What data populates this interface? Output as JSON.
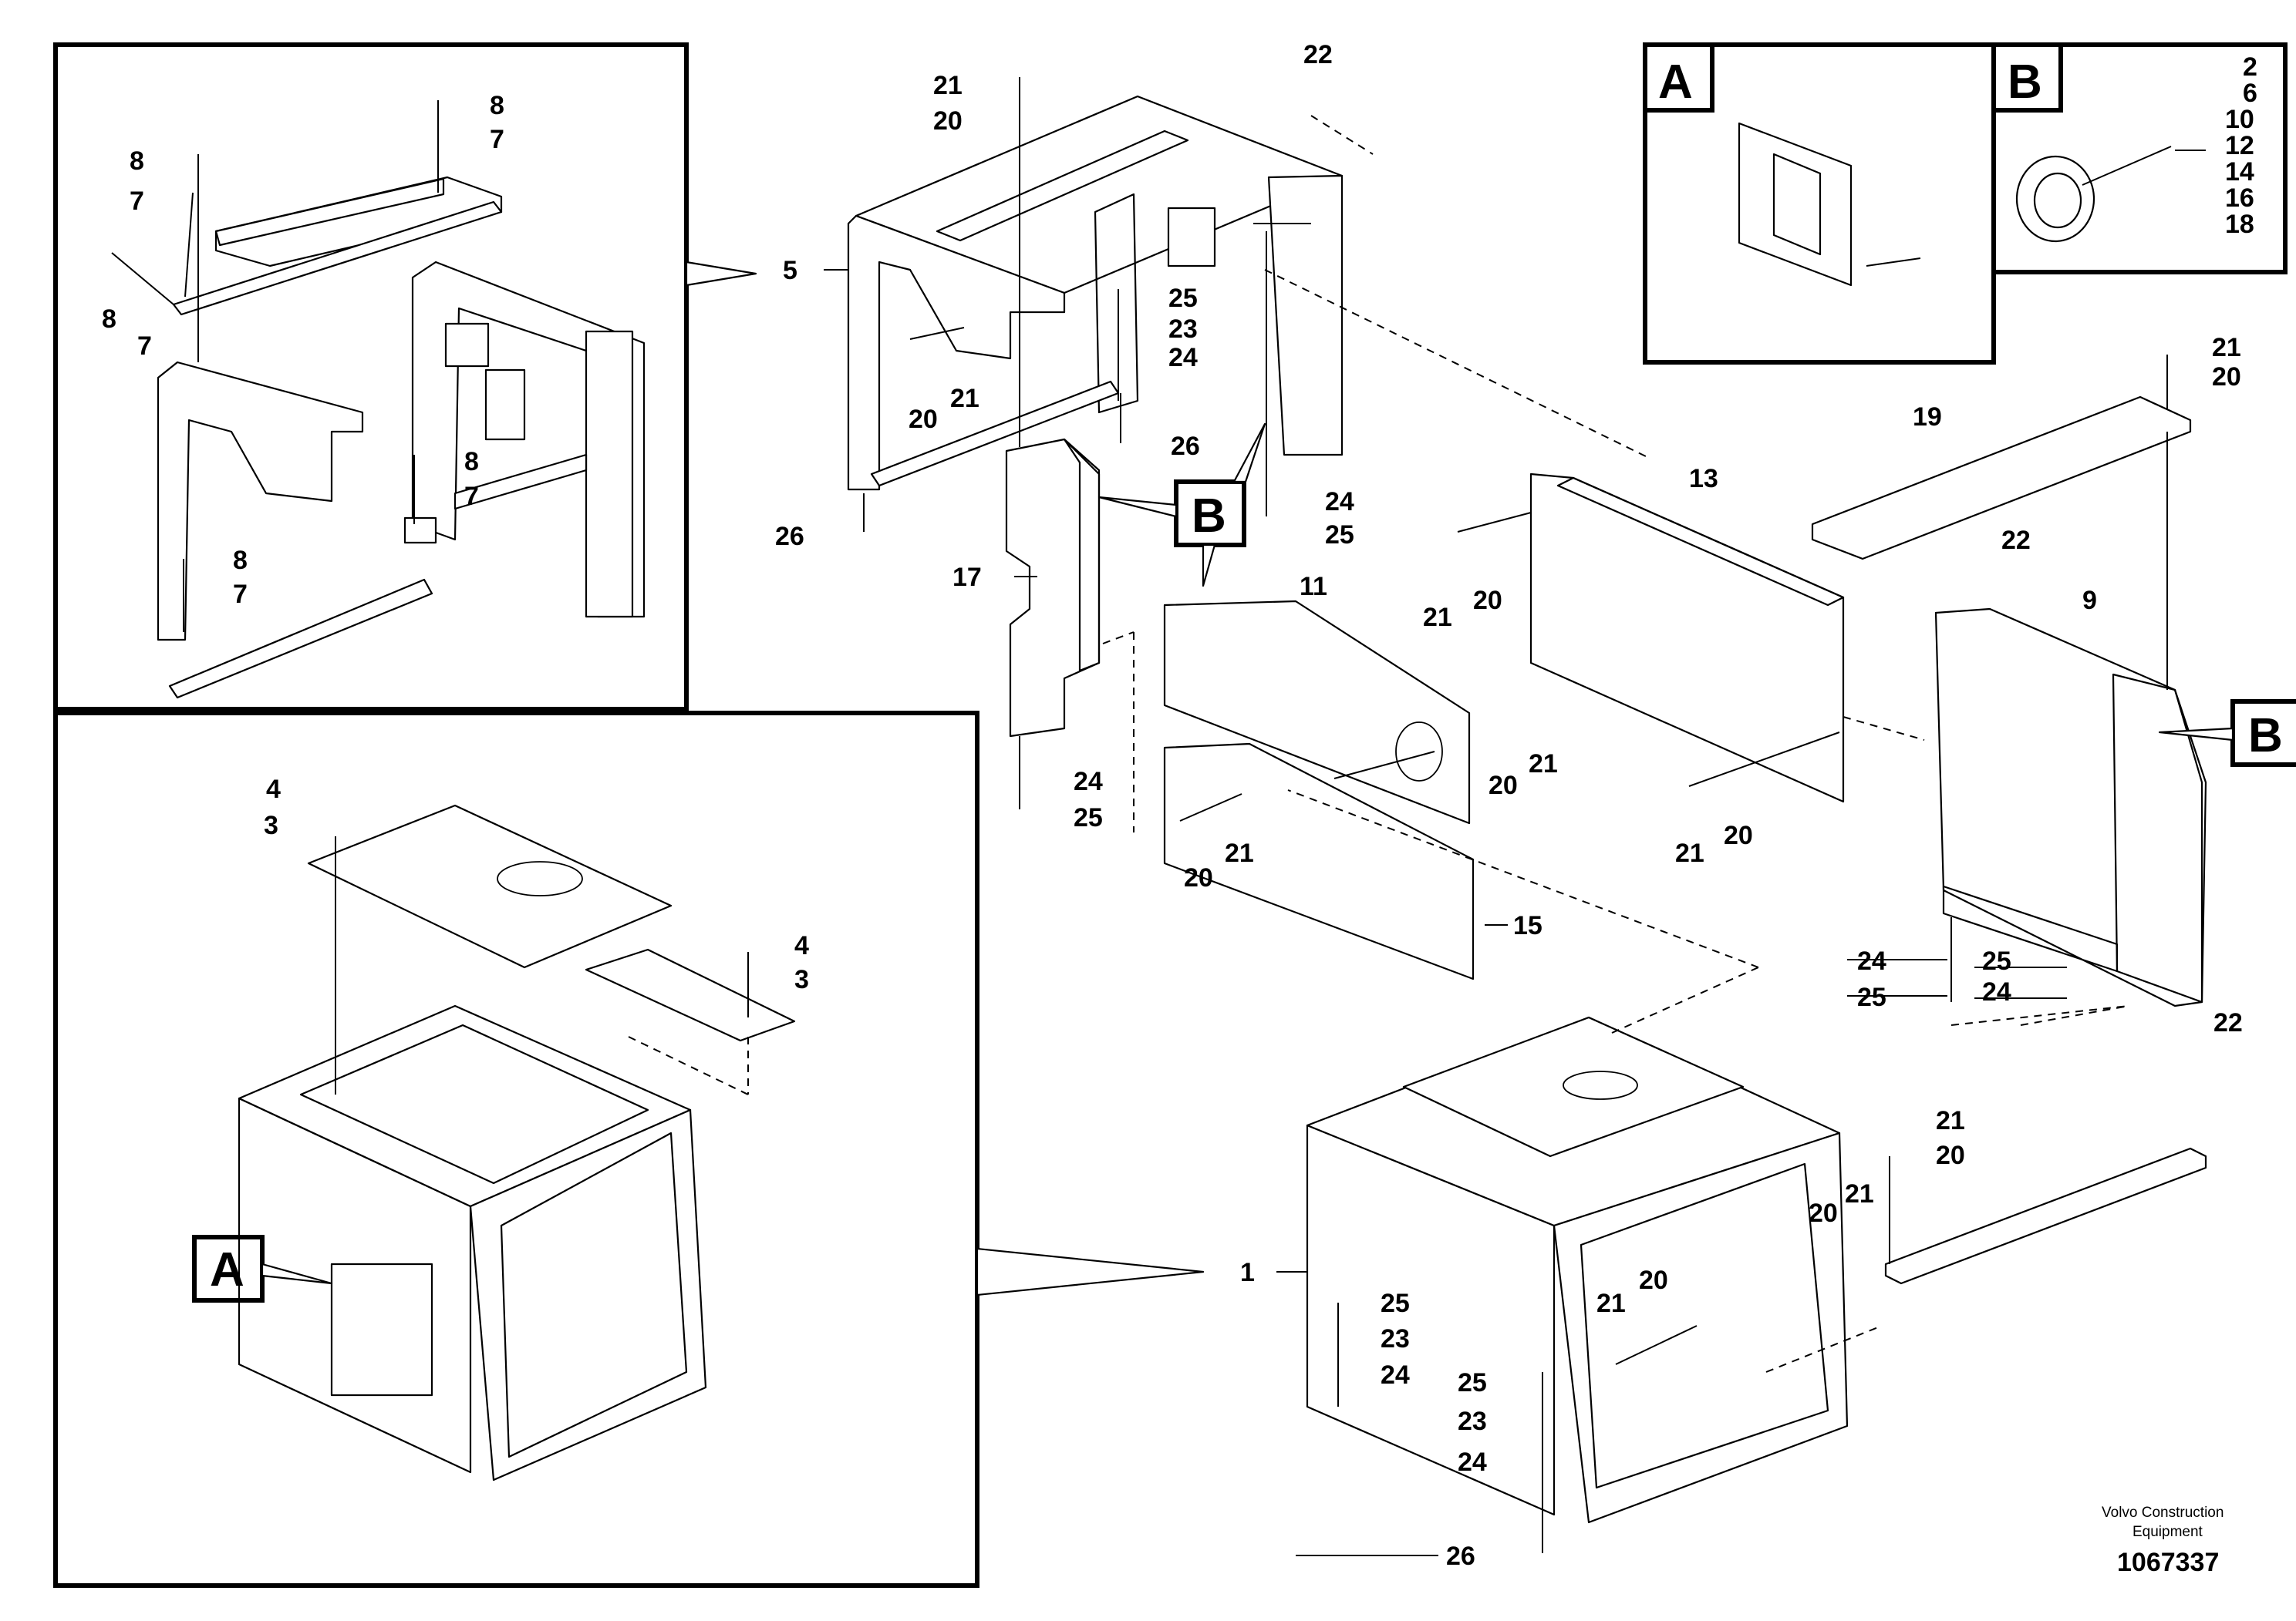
{
  "detail_refs": {
    "a": "A",
    "b": "B"
  },
  "detail_b_items": [
    "2",
    "6",
    "10",
    "12",
    "14",
    "16",
    "18"
  ],
  "callouts": {
    "c1": "1",
    "c3": "3",
    "c4": "4",
    "c5": "5",
    "c7": "7",
    "c8": "8",
    "c9": "9",
    "c11": "11",
    "c13": "13",
    "c15": "15",
    "c17": "17",
    "c19": "19",
    "c20": "20",
    "c21": "21",
    "c22": "22",
    "c23": "23",
    "c24": "24",
    "c25": "25",
    "c26": "26"
  },
  "footer": {
    "brand_line1": "Volvo Construction",
    "brand_line2": "Equipment",
    "drawing_number": "1067337"
  }
}
